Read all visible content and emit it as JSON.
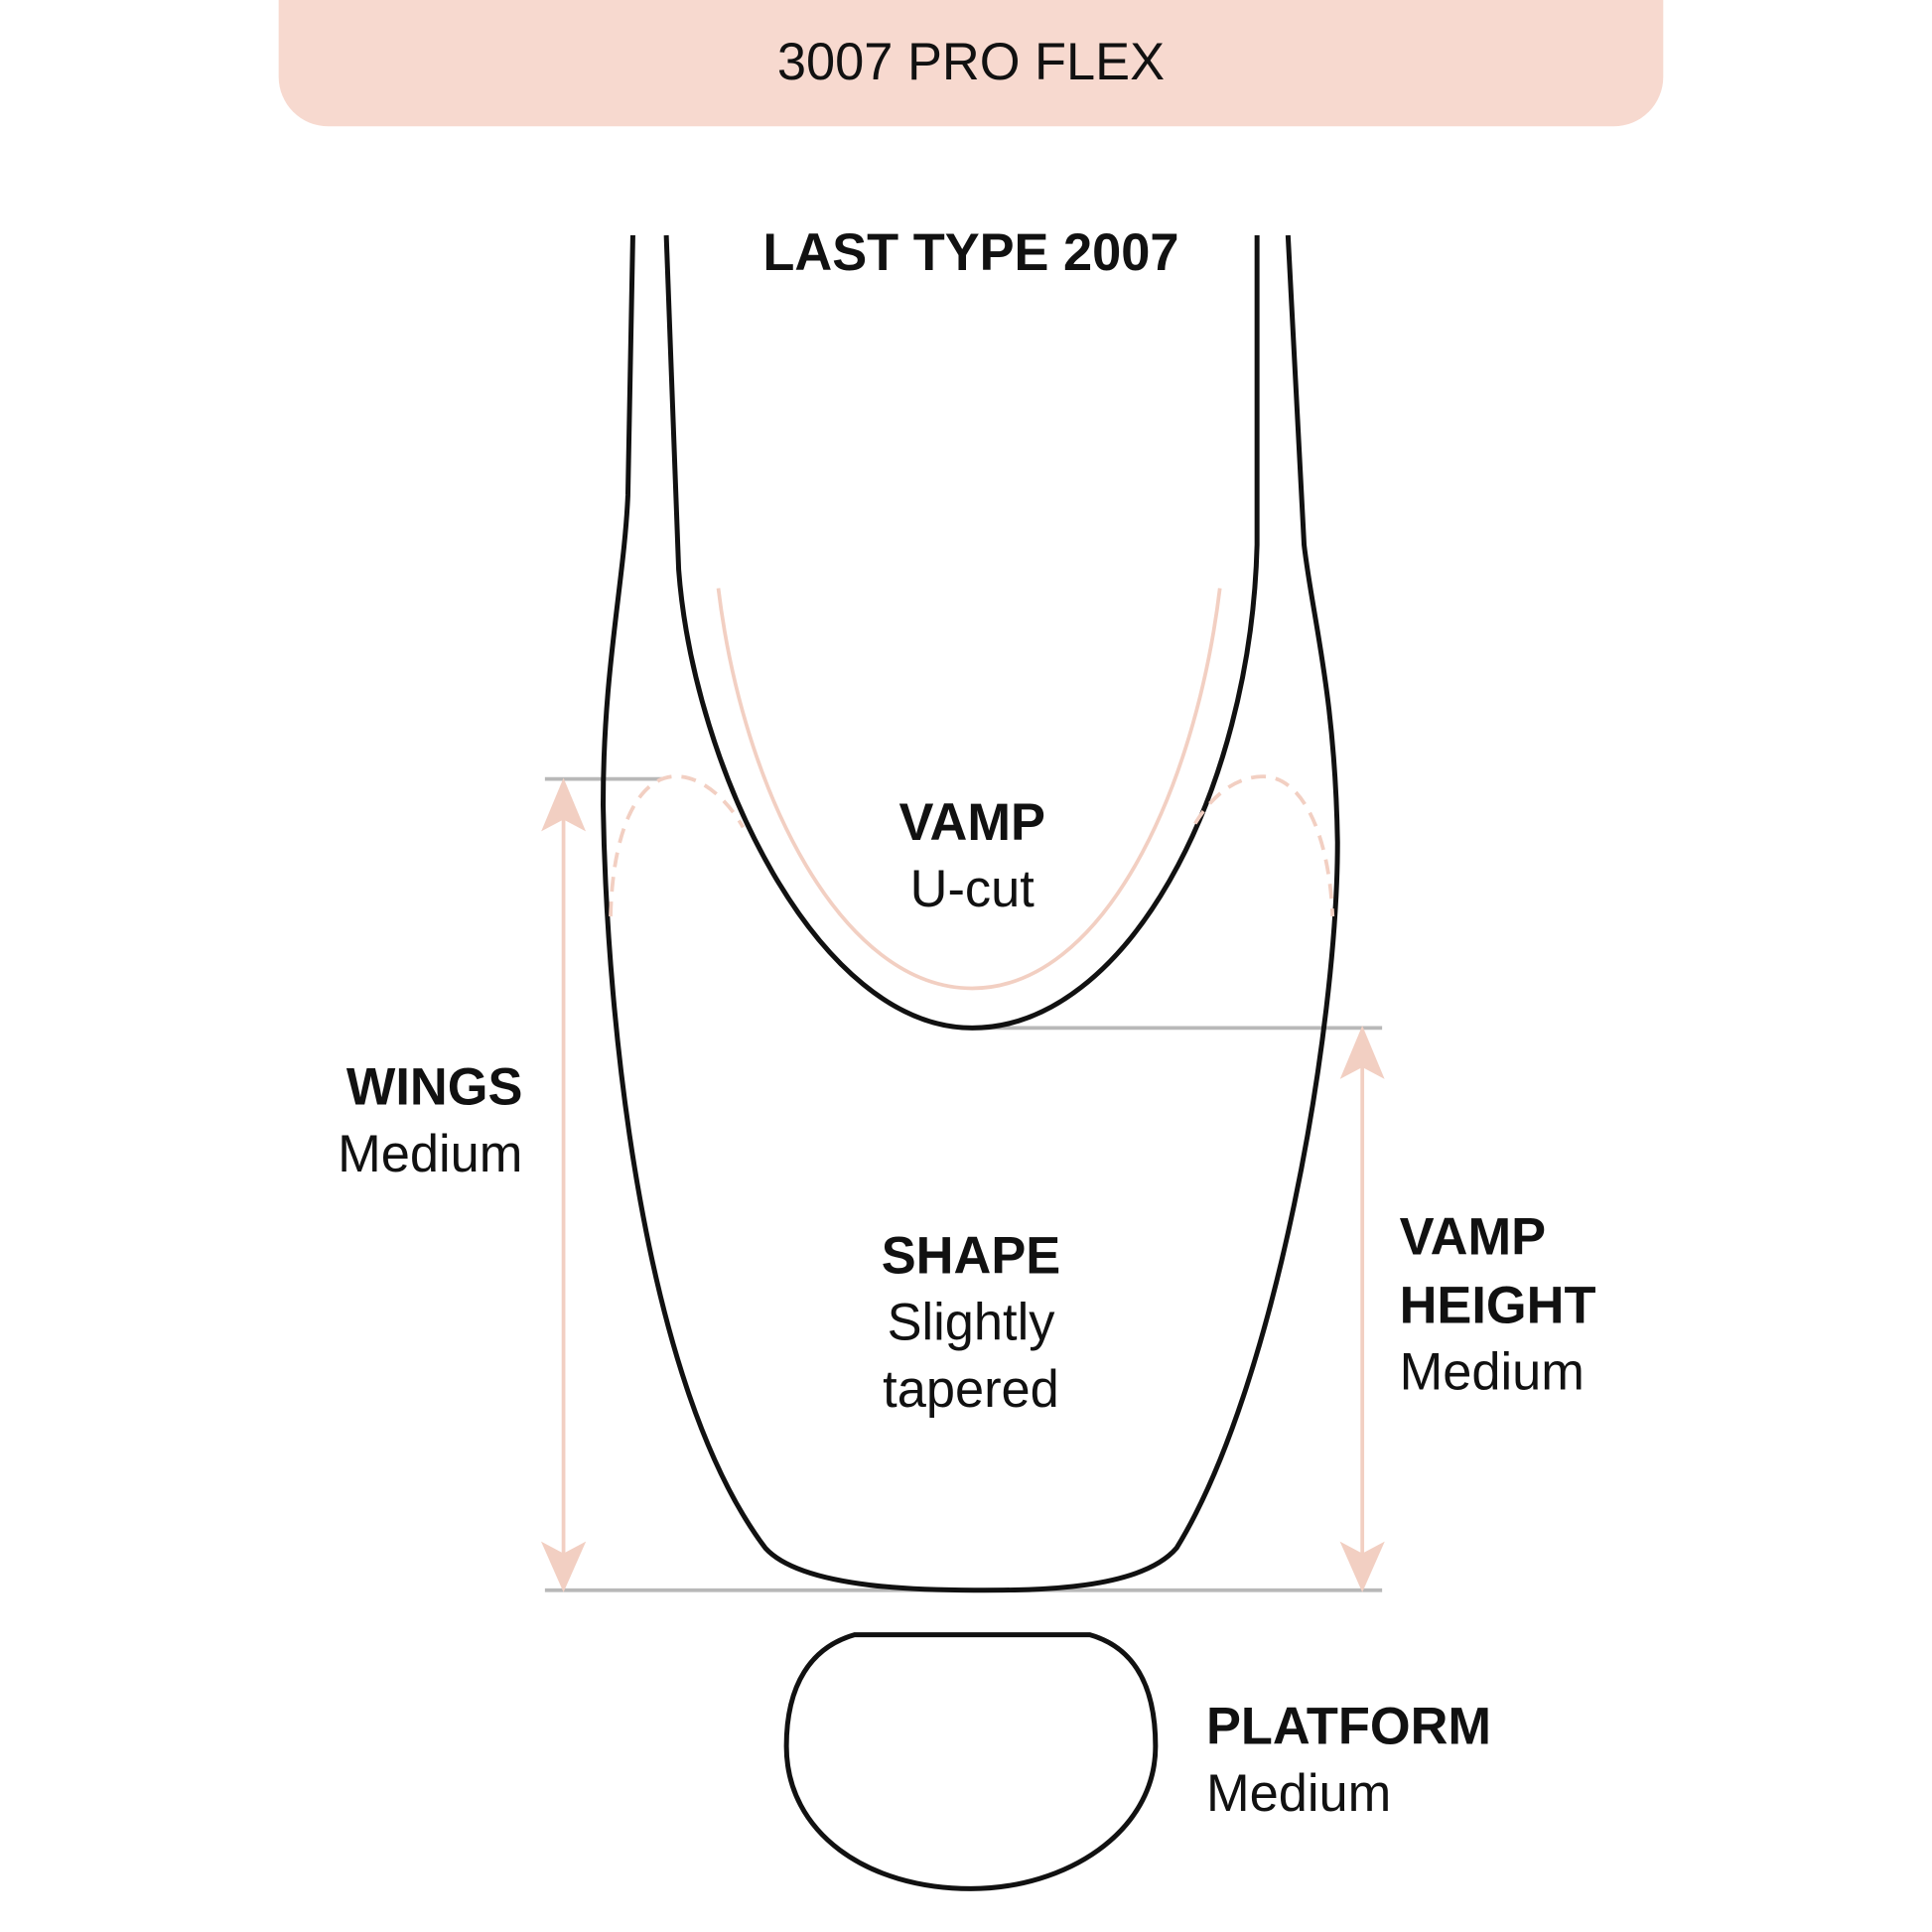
{
  "header": {
    "title": "3007 PRO FLEX"
  },
  "last_type": "LAST TYPE 2007",
  "labels": {
    "vamp": {
      "title": "VAMP",
      "value": "U-cut"
    },
    "wings": {
      "title": "WINGS",
      "value": "Medium"
    },
    "shape": {
      "title": "SHAPE",
      "value_line1": "Slightly",
      "value_line2": "tapered"
    },
    "vamp_height": {
      "title_line1": "VAMP",
      "title_line2": "HEIGHT",
      "value": "Medium"
    },
    "platform": {
      "title": "PLATFORM",
      "value": "Medium"
    }
  },
  "colors": {
    "accent": "#f7d9cf",
    "accent_line": "#f2cfc2",
    "outline": "#111111",
    "guide": "#b8b8b8"
  }
}
